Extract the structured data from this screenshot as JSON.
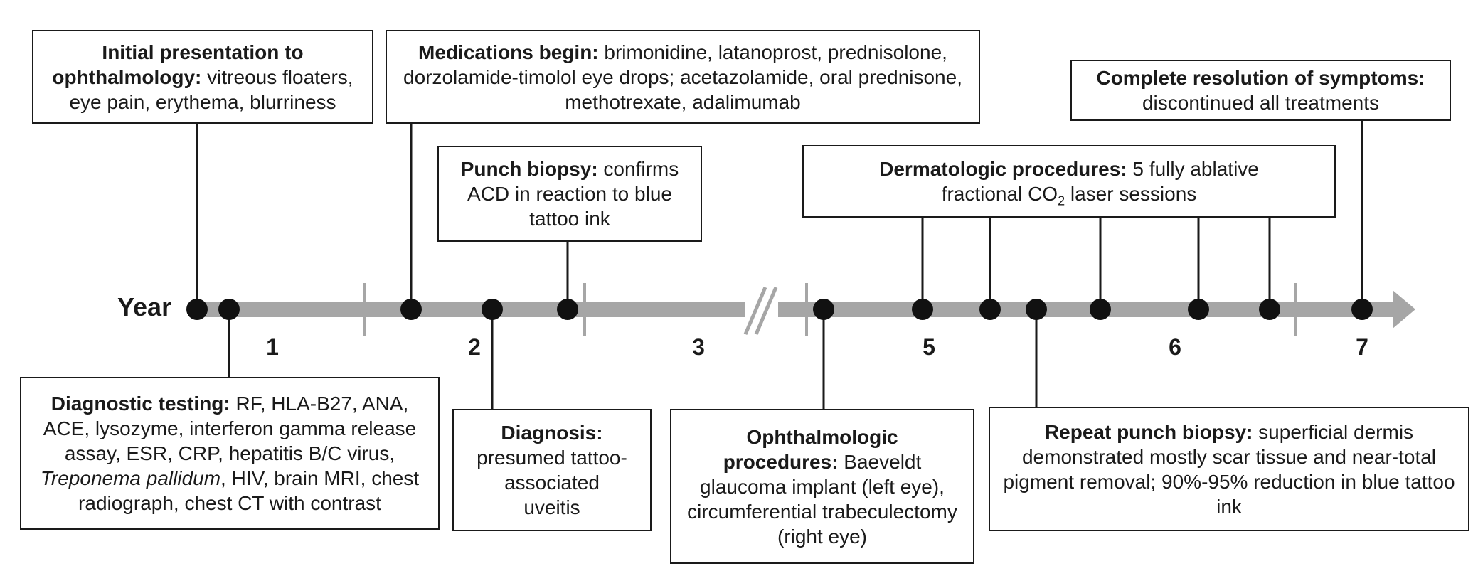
{
  "axis": {
    "title": "Year",
    "years": [
      "1",
      "2",
      "3",
      "5",
      "6",
      "7"
    ]
  },
  "colors": {
    "axis": "#a6a6a6",
    "ink": "#1a1a1a",
    "box_border": "#1a1a1a"
  },
  "events": {
    "initial_presentation": {
      "label": "Initial presentation to ophthalmology:",
      "text": " vitreous floaters, eye pain, erythema, blurriness"
    },
    "diagnostic_testing": {
      "label": "Diagnostic testing:",
      "text": " RF, HLA-B27, ANA, ACE, lysozyme, interferon gamma release assay, ESR, CRP, hepatitis B/C virus, ",
      "italic": "Treponema pallidum",
      "text_after": ", HIV, brain MRI, chest radiograph, chest CT with contrast"
    },
    "medications": {
      "label": "Medications begin:",
      "text": " brimonidine, latanoprost, prednisolone, dorzolamide-timolol eye drops; acetazolamide, oral prednisone, methotrexate, adalimumab"
    },
    "punch_biopsy": {
      "label": "Punch biopsy:",
      "text": " confirms ACD in reaction to blue tattoo ink"
    },
    "diagnosis": {
      "label": "Diagnosis:",
      "text": " presumed tattoo-associated uveitis"
    },
    "ophthalmologic_procedures": {
      "label": "Ophthalmologic procedures:",
      "text": " Baeveldt glaucoma implant (left eye), circumferential trabeculectomy (right eye)"
    },
    "dermatologic_procedures": {
      "label": "Dermatologic procedures:",
      "text": " 5 fully ablative fractional CO",
      "subscript": "2",
      "text_after": " laser sessions"
    },
    "repeat_punch_biopsy": {
      "label": "Repeat punch biopsy:",
      "text": " superficial dermis demonstrated mostly scar tissue and near-total pigment removal; 90%-95% reduction in blue tattoo ink"
    },
    "complete_resolution": {
      "label": "Complete resolution of symptoms:",
      "text": " discontinued all treatments"
    }
  }
}
